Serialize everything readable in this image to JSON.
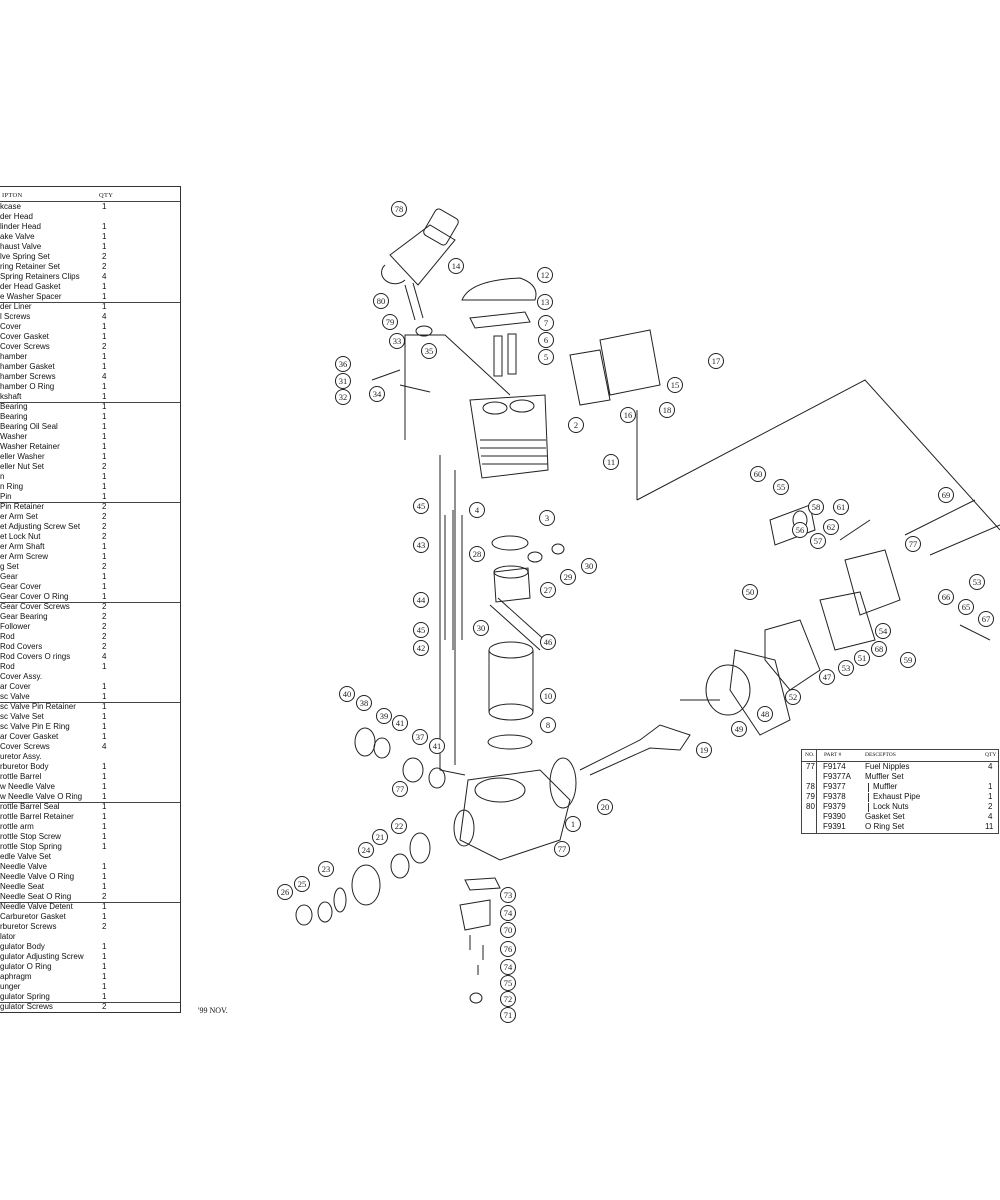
{
  "left_table": {
    "header": {
      "description": "IPTON",
      "qty": "QTY"
    },
    "rows": [
      [
        "kcase",
        "1"
      ],
      [
        "der Head",
        ""
      ],
      [
        "linder Head",
        "1"
      ],
      [
        "ake Valve",
        "1"
      ],
      [
        "haust Valve",
        "1"
      ],
      [
        "lve Spring Set",
        "2"
      ],
      [
        "ring Retainer Set",
        "2"
      ],
      [
        "Spring Retainers Clips",
        "4"
      ],
      [
        "der Head Gasket",
        "1"
      ],
      [
        "e Washer Spacer",
        "1"
      ],
      [
        "der Liner",
        "1"
      ],
      [
        "l Screws",
        "4"
      ],
      [
        "Cover",
        "1"
      ],
      [
        "Cover Gasket",
        "1"
      ],
      [
        "Cover Screws",
        "2"
      ],
      [
        "hamber",
        "1"
      ],
      [
        "hamber Gasket",
        "1"
      ],
      [
        "hamber Screws",
        "4"
      ],
      [
        "hamber O Ring",
        "1"
      ],
      [
        "kshaft",
        "1"
      ],
      [
        "Bearing",
        "1"
      ],
      [
        "Bearing",
        "1"
      ],
      [
        "Bearing Oil Seal",
        "1"
      ],
      [
        "Washer",
        "1"
      ],
      [
        "Washer Retainer",
        "1"
      ],
      [
        "eller Washer",
        "1"
      ],
      [
        "eller Nut Set",
        "2"
      ],
      [
        "n",
        "1"
      ],
      [
        "n Ring",
        "1"
      ],
      [
        "Pin",
        "1"
      ],
      [
        "Pin Retainer",
        "2"
      ],
      [
        "er Arm Set",
        "2"
      ],
      [
        "et Adjusting Screw Set",
        "2"
      ],
      [
        "et Lock Nut",
        "2"
      ],
      [
        "er Arm Shaft",
        "1"
      ],
      [
        "er Arm Screw",
        "1"
      ],
      [
        "g Set",
        "2"
      ],
      [
        "Gear",
        "1"
      ],
      [
        "Gear Cover",
        "1"
      ],
      [
        "Gear Cover O Ring",
        "1"
      ],
      [
        "Gear Cover Screws",
        "2"
      ],
      [
        "Gear Bearing",
        "2"
      ],
      [
        "Follower",
        "2"
      ],
      [
        "Rod",
        "2"
      ],
      [
        "Rod Covers",
        "2"
      ],
      [
        "Rod Covers O rings",
        "4"
      ],
      [
        "Rod",
        "1"
      ],
      [
        "Cover Assy.",
        ""
      ],
      [
        "ar Cover",
        "1"
      ],
      [
        "sc Valve",
        "1"
      ],
      [
        "sc Valve Pin Retainer",
        "1"
      ],
      [
        "sc Valve Set",
        "1"
      ],
      [
        "sc Valve Pin E Ring",
        "1"
      ],
      [
        "ar Cover Gasket",
        "1"
      ],
      [
        "Cover Screws",
        "4"
      ],
      [
        "uretor Assy.",
        ""
      ],
      [
        "rburetor Body",
        "1"
      ],
      [
        "rottle Barrel",
        "1"
      ],
      [
        "w Needle Valve",
        "1"
      ],
      [
        "w Needle Valve O Ring",
        "1"
      ],
      [
        "rottle Barrel Seal",
        "1"
      ],
      [
        "rottle Barrel Retainer",
        "1"
      ],
      [
        "rottle arm",
        "1"
      ],
      [
        "rottle Stop Screw",
        "1"
      ],
      [
        "rottle Stop Spring",
        "1"
      ],
      [
        "edle Valve Set",
        ""
      ],
      [
        "Needle Valve",
        "1"
      ],
      [
        "Needle Valve O Ring",
        "1"
      ],
      [
        "Needle Seat",
        "1"
      ],
      [
        "Needle Seat O Ring",
        "2"
      ],
      [
        "Needle Valve Detent",
        "1"
      ],
      [
        "Carburetor Gasket",
        "1"
      ],
      [
        "rburetor Screws",
        "2"
      ],
      [
        "lator",
        ""
      ],
      [
        "gulator Body",
        "1"
      ],
      [
        "gulator Adjusting Screw",
        "1"
      ],
      [
        "gulator O Ring",
        "1"
      ],
      [
        "aphragm",
        "1"
      ],
      [
        "unger",
        "1"
      ],
      [
        "gulator Spring",
        "1"
      ],
      [
        "gulator Screws",
        "2"
      ]
    ]
  },
  "right_table": {
    "header": {
      "no": "NO.",
      "part": "PART #",
      "description": "DESCEPTOS",
      "qty": "QTY"
    },
    "rows": [
      [
        "77",
        "F9174",
        "Fuel Nipples",
        "4"
      ],
      [
        "",
        "F9377A",
        "Muffler Set",
        ""
      ],
      [
        "78",
        "F9377",
        "Muffler",
        "1"
      ],
      [
        "79",
        "F9378",
        "Exhaust Pipe",
        "1"
      ],
      [
        "80",
        "F9379",
        "Lock Nuts",
        "2"
      ],
      [
        "",
        "F9390",
        "Gasket Set",
        "4"
      ],
      [
        "",
        "F9391",
        "O Ring Set",
        "11"
      ]
    ]
  },
  "footer": {
    "date": "'99 NOV."
  },
  "callouts": [
    "78",
    "14",
    "12",
    "13",
    "7",
    "6",
    "5",
    "80",
    "79",
    "33",
    "35",
    "36",
    "31",
    "32",
    "34",
    "17",
    "15",
    "18",
    "16",
    "2",
    "11",
    "45",
    "4",
    "3",
    "43",
    "28",
    "29",
    "30",
    "27",
    "44",
    "30",
    "45",
    "46",
    "42",
    "10",
    "8",
    "40",
    "38",
    "39",
    "41",
    "37",
    "41",
    "19",
    "20",
    "77",
    "1",
    "77",
    "21",
    "22",
    "24",
    "23",
    "25",
    "26",
    "73",
    "74",
    "70",
    "76",
    "74",
    "75",
    "72",
    "71",
    "60",
    "55",
    "58",
    "61",
    "69",
    "56",
    "62",
    "57",
    "77",
    "53",
    "50",
    "66",
    "65",
    "67",
    "54",
    "68",
    "51",
    "53",
    "59",
    "47",
    "52",
    "48",
    "49"
  ]
}
